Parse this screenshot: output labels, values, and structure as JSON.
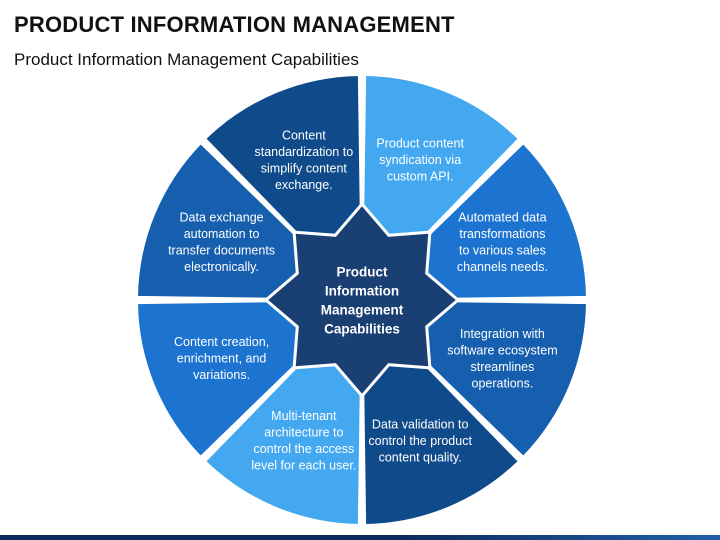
{
  "header": {
    "title": "PRODUCT INFORMATION MANAGEMENT",
    "subtitle": "Product Information Management Capabilities"
  },
  "center": {
    "lines": [
      "Product",
      "Information",
      "Management",
      "Capabilities"
    ],
    "color": "#1a3f73"
  },
  "segments": [
    {
      "id": "content-standardization",
      "lines": [
        "Content",
        "standardization to",
        "simplify content",
        "exchange."
      ],
      "color": "#0f4a8a"
    },
    {
      "id": "product-content-syndication",
      "lines": [
        "Product content",
        "syndication via",
        "custom API."
      ],
      "color": "#43a8f0"
    },
    {
      "id": "automated-data-transformations",
      "lines": [
        "Automated data",
        "transformations",
        "to various sales",
        "channels needs."
      ],
      "color": "#1c73d0"
    },
    {
      "id": "software-ecosystem-integration",
      "lines": [
        "Integration with",
        "software ecosystem",
        "streamlines",
        "operations."
      ],
      "color": "#165fae"
    },
    {
      "id": "data-validation",
      "lines": [
        "Data validation to",
        "control the product",
        "content quality."
      ],
      "color": "#0f4a8a"
    },
    {
      "id": "multi-tenant-architecture",
      "lines": [
        "Multi-tenant",
        "architecture to",
        "control the access",
        "level for each user."
      ],
      "color": "#43a8f0"
    },
    {
      "id": "content-creation",
      "lines": [
        "Content creation,",
        "enrichment, and",
        "variations."
      ],
      "color": "#1c73d0"
    },
    {
      "id": "data-exchange-automation",
      "lines": [
        "Data exchange",
        "automation to",
        "transfer documents",
        "electronically."
      ],
      "color": "#165fae"
    }
  ]
}
